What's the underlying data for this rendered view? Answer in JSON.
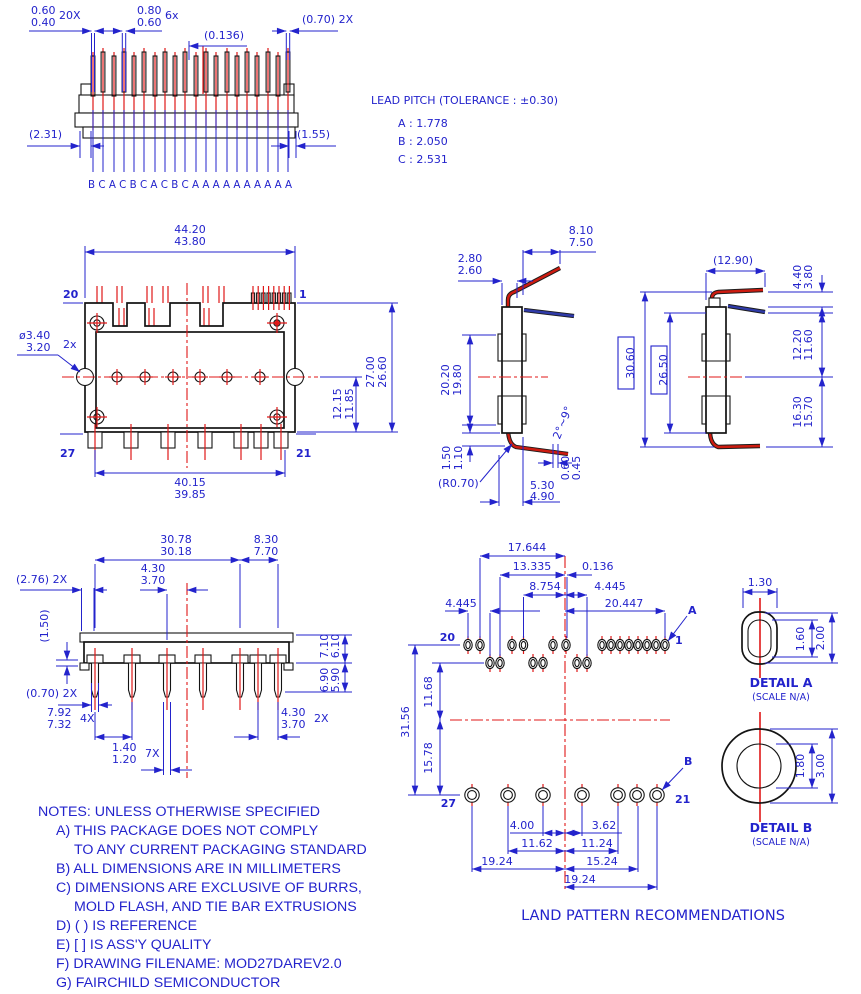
{
  "front_view": {
    "pin_width_max": "0.60",
    "pin_width_min": "0.40",
    "pin_width_qty": "20X",
    "wide_width_max": "0.80",
    "wide_width_min": "0.60",
    "wide_width_qty": "6x",
    "center_offset_ref": "(0.136)",
    "end_width_ref": "(0.70) 2X",
    "left_ref": "(2.31)",
    "right_ref": "(1.55)",
    "pitch_sequence": "B C A C B C A C B C A A A A A A A A A A"
  },
  "lead_pitch": {
    "title": "LEAD PITCH (TOLERANCE : ±0.30)",
    "row_a": "A : 1.778",
    "row_b": "B : 2.050",
    "row_c": "C : 2.531"
  },
  "top_view": {
    "width_max": "44.20",
    "width_min": "43.80",
    "hole_dia_max": "ø3.40",
    "hole_dia_min": "3.20",
    "hole_qty": "2x",
    "height_max": "27.00",
    "height_min": "26.60",
    "offset_max": "12.15",
    "offset_min": "11.85",
    "lower_width_max": "40.15",
    "lower_width_min": "39.85",
    "pin20": "20",
    "pin1": "1",
    "pin27": "27",
    "pin21": "21"
  },
  "side_view": {
    "top_lead_max": "8.10",
    "top_lead_min": "7.50",
    "thick_max": "2.80",
    "thick_min": "2.60",
    "height_max": "20.20",
    "height_min": "19.80",
    "standoff_max": "1.50",
    "standoff_min": "1.10",
    "radius_ref": "(R0.70)",
    "bottom_lead_max": "5.30",
    "bottom_lead_min": "4.90",
    "lead_thick_max": "0.60",
    "lead_thick_min": "0.45",
    "angle": "2°~9°"
  },
  "end_view": {
    "span_ref": "(12.90)",
    "drop_max": "4.40",
    "drop_min": "3.80",
    "upper_max": "12.20",
    "upper_min": "11.60",
    "lower_max": "16.30",
    "lower_min": "15.70",
    "overall": "30.60",
    "inner": "26.50"
  },
  "bottom_view": {
    "top_width_max": "30.78",
    "top_width_min": "30.18",
    "right_width_max": "8.30",
    "right_width_min": "7.70",
    "offset_max": "4.30",
    "offset_min": "3.70",
    "edge_ref": "(2.76) 2X",
    "step_ref": "(1.50)",
    "tip_ref": "(0.70) 2X",
    "pitch4_max": "7.92",
    "pitch4_min": "7.32",
    "pitch4_qty": "4X",
    "pinw_max": "1.40",
    "pinw_min": "1.20",
    "pinw_qty": "7X",
    "pitch2_max": "4.30",
    "pitch2_min": "3.70",
    "pitch2_qty": "2X",
    "h_upper_max": "7.10",
    "h_upper_min": "6.10",
    "h_lower_max": "6.90",
    "h_lower_min": "5.90"
  },
  "land_pattern": {
    "title": "LAND PATTERN RECOMMENDATIONS",
    "d_17644": "17.644",
    "d_13335": "13.335",
    "d_0136": "0.136",
    "d_8754": "8.754",
    "d_4445_left": "4.445",
    "d_4445_right": "4.445",
    "d_20447": "20.447",
    "v_3156": "31.56",
    "v_1168": "11.68",
    "v_1578": "15.78",
    "b_400": "4.00",
    "b_362": "3.62",
    "b_1162": "11.62",
    "b_1124": "11.24",
    "b_1924_left": "19.24",
    "b_1524": "15.24",
    "b_1924_bottom": "19.24",
    "pin20": "20",
    "pin1": "1",
    "pin27": "27",
    "pin21": "21",
    "callout_a": "A",
    "callout_b": "B"
  },
  "detail_a": {
    "width": "1.30",
    "inner_height": "1.60",
    "outer_height": "2.00",
    "title": "DETAIL A",
    "scale": "(SCALE N/A)"
  },
  "detail_b": {
    "inner_dia": "1.80",
    "outer_dia": "3.00",
    "title": "DETAIL B",
    "scale": "(SCALE N/A)"
  },
  "notes": {
    "lines": [
      "NOTES: UNLESS OTHERWISE SPECIFIED",
      "A) THIS PACKAGE DOES NOT COMPLY",
      "TO ANY CURRENT PACKAGING STANDARD",
      "B) ALL DIMENSIONS ARE IN MILLIMETERS",
      "C) DIMENSIONS ARE EXCLUSIVE OF BURRS,",
      "MOLD FLASH, AND TIE BAR EXTRUSIONS",
      "D) ( ) IS REFERENCE",
      "E) [ ] IS ASS'Y QUALITY",
      "F) DRAWING FILENAME: MOD27DAREV2.0",
      "G) FAIRCHILD SEMICONDUCTOR"
    ]
  }
}
